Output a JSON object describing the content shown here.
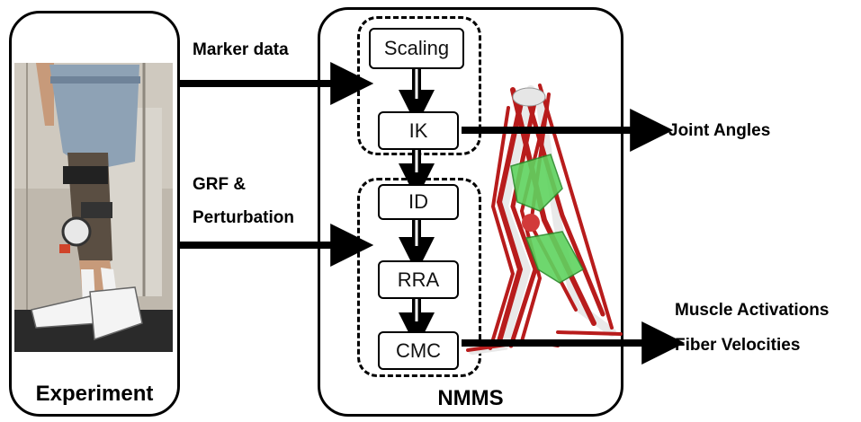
{
  "experiment": {
    "title": "Experiment"
  },
  "nmms": {
    "title": "NMMS",
    "steps": [
      "Scaling",
      "IK",
      "ID",
      "RRA",
      "CMC"
    ]
  },
  "inputs": {
    "marker_data": "Marker data",
    "grf_line1": "GRF &",
    "grf_line2": "Perturbation"
  },
  "outputs": {
    "joint_angles": "Joint Angles",
    "muscle_activations": "Muscle Activations",
    "fiber_velocities": "Fiber Velocities"
  },
  "colors": {
    "stroke": "#000000",
    "muscle": "#b81c1c",
    "orthosis": "#5fd35f",
    "bone": "#e9e9e9"
  }
}
